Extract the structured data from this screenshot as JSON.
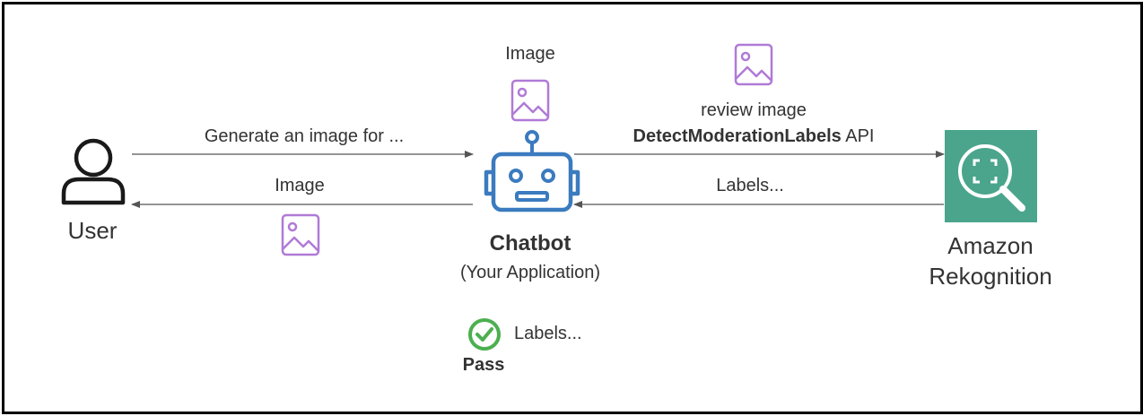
{
  "nodes": {
    "user": {
      "label": "User",
      "icon": "user-icon"
    },
    "chatbot": {
      "title": "Chatbot",
      "subtitle": "(Your Application)",
      "icon": "robot-icon",
      "color": "#3b7bbf"
    },
    "rekognition": {
      "line1": "Amazon",
      "line2": "Rekognition",
      "icon": "rekognition-search-icon",
      "color": "#4aa58c"
    }
  },
  "edges": {
    "user_to_chatbot": {
      "label": "Generate an image for ..."
    },
    "chatbot_to_user": {
      "label": "Image",
      "icon": "image-icon"
    },
    "chatbot_to_rekognition": {
      "line1": "review image",
      "api_name": "DetectModerationLabels",
      "api_suffix": " API",
      "icon": "image-icon"
    },
    "rekognition_to_chatbot": {
      "label": "Labels..."
    }
  },
  "chatbot_image": {
    "label": "Image",
    "icon": "image-icon"
  },
  "result": {
    "status": "Pass",
    "labels": "Labels...",
    "icon": "check-circle-icon",
    "color": "#4caf50"
  },
  "colors": {
    "image_icon": "#b07ad6",
    "arrow": "#555555"
  }
}
